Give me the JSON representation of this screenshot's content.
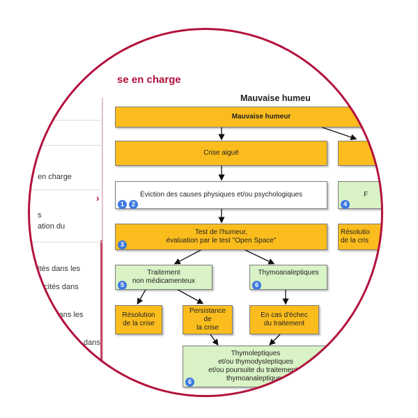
{
  "page": {
    "heading": "se en charge"
  },
  "sidebar": {
    "items": [
      {
        "label": "en charge"
      },
      {
        "label": "s"
      },
      {
        "label": "ation du"
      },
      {
        "label": "ités dans les"
      },
      {
        "label": "n cités dans"
      },
      {
        "label": "s dans les"
      },
      {
        "label": "dans"
      }
    ],
    "arrow": "›"
  },
  "diagram": {
    "title": "Mauvaise humeu",
    "nodes": {
      "root": [
        "Mauvaise humeur"
      ],
      "acute": [
        "Crise aiguë"
      ],
      "eviction": [
        "Éviction des causes physiques et/ou psychologiques"
      ],
      "test": [
        "Test de l'humeur,",
        "évaluation par le test \"Open Space\""
      ],
      "treatment": [
        "Traitement",
        "non médicamenteux"
      ],
      "thymoana": [
        "Thymoanaleptiques"
      ],
      "resolution": [
        "Résolution",
        "de la crise"
      ],
      "persistence": [
        "Persistance de",
        "la crise"
      ],
      "failure": [
        "En cas d'échec",
        "du traitement"
      ],
      "final": [
        "Thymoleptiques",
        "et/ou thymodysleptiques",
        "et/ou poursuite du traitement p",
        "thymoanaleptiques"
      ],
      "right_mid": [
        "F"
      ],
      "right_res": [
        "Résolutio",
        "de la cris"
      ]
    },
    "badges": [
      "1",
      "2",
      "3",
      "4",
      "5",
      "6",
      "6"
    ],
    "colors": {
      "yellow": "#fbbd1d",
      "green": "#d9f2c6",
      "white": "#ffffff",
      "accent": "#b3123d",
      "badge": "#3d7ae0"
    }
  }
}
